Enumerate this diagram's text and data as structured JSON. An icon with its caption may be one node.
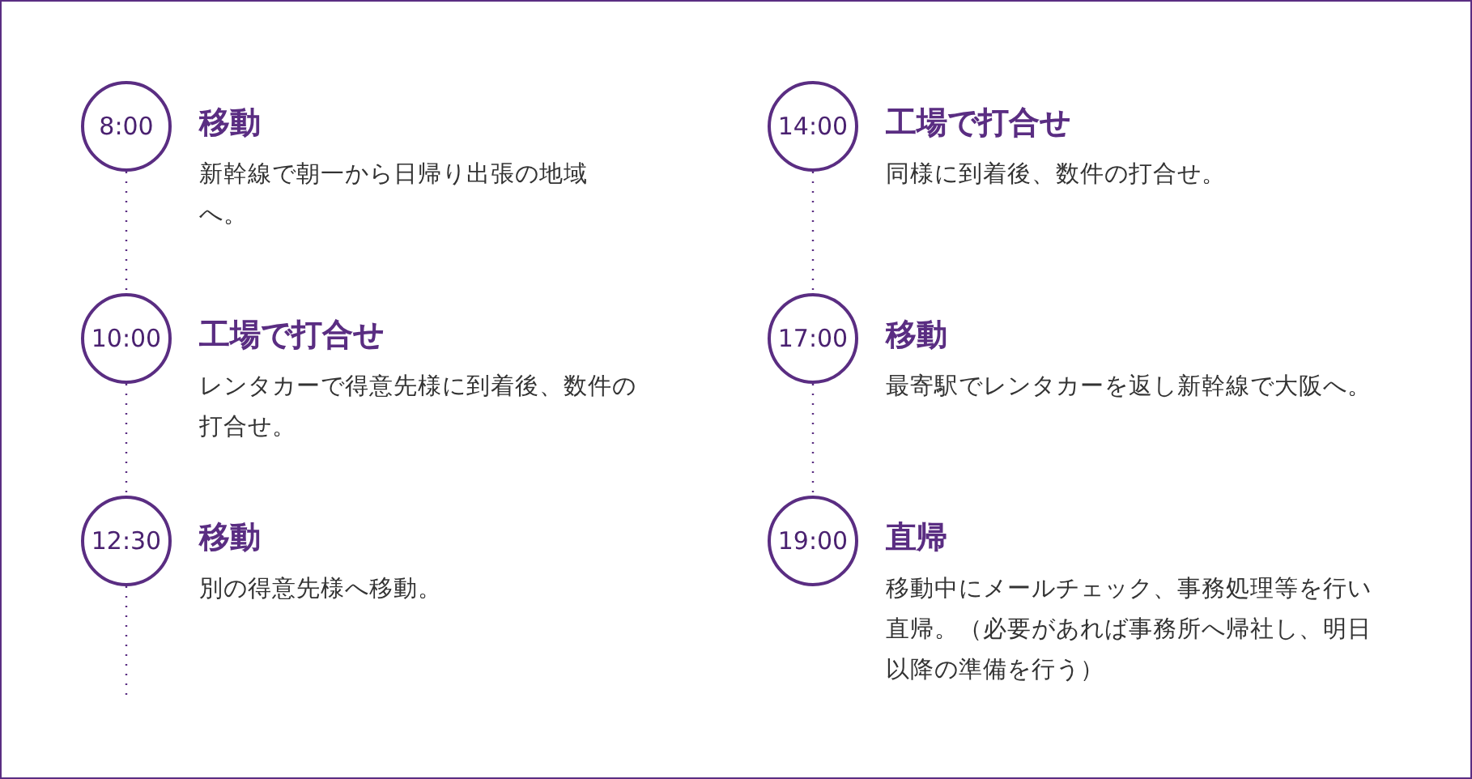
{
  "diagram": {
    "nodes": [
      {
        "text": [
          "8:00"
        ],
        "beside": [
          "移動",
          "新幹線で朝一から日帰り出張の地域へ。"
        ]
      },
      {
        "text": [
          "10:00"
        ],
        "beside": [
          "工場で打合せ",
          "レンタカーで得意先様に到着後、数件の打合せ。"
        ]
      },
      {
        "text": [
          "12:30"
        ],
        "beside": [
          "移動",
          "別の得意先様へ移動。"
        ]
      },
      {
        "text": [
          "14:00"
        ],
        "beside": [
          "工場で打合せ",
          "同様に到着後、数件の打合せ。"
        ]
      },
      {
        "text": [
          "17:00"
        ],
        "beside": [
          "移動",
          "最寄駅でレンタカーを返し新幹線で大阪へ。"
        ]
      },
      {
        "text": [
          "19:00"
        ],
        "beside": [
          "直帰",
          "移動中にメールチェック、事務処理等を行い直帰。（必要があれば事務所へ帰社し、明日以降の準備を行う）"
        ]
      }
    ],
    "edges": [
      {
        "from": 0,
        "to": 1,
        "arrow": "none"
      },
      {
        "from": 1,
        "to": 2,
        "arrow": "none"
      },
      {
        "from": 2,
        "to": null,
        "arrow": "none"
      },
      {
        "from": 3,
        "to": 4,
        "arrow": "none"
      },
      {
        "from": 4,
        "to": 5,
        "arrow": "none"
      }
    ]
  }
}
